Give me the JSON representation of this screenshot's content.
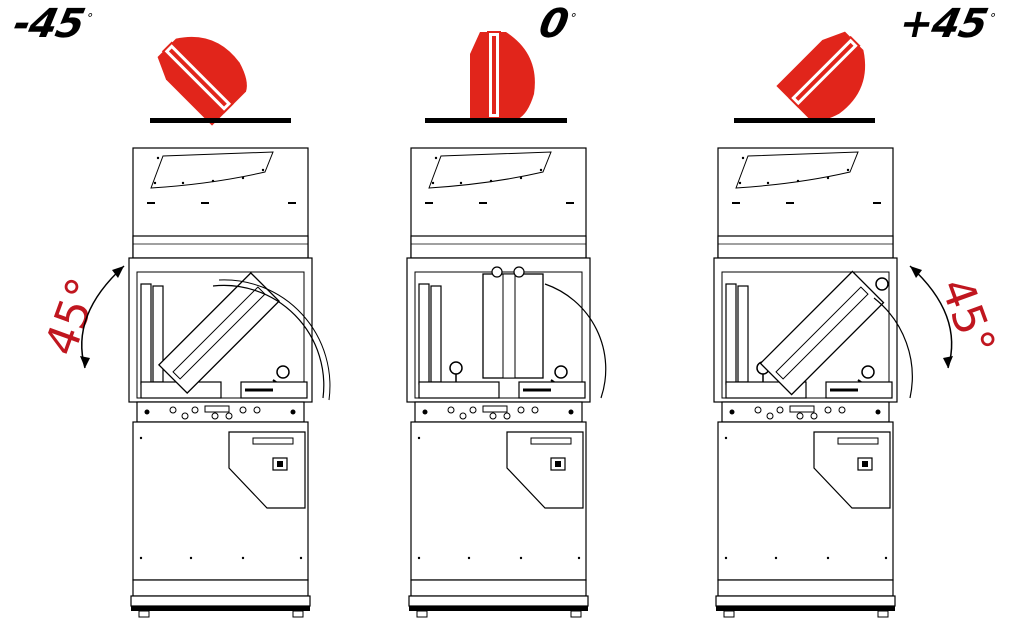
{
  "labels": {
    "minus45": "-45",
    "zero": "0",
    "plus45": "+45",
    "degree_mark": "°",
    "left_rotation": "45°",
    "right_rotation": "45°"
  },
  "colors": {
    "accent_red": "#e1251b",
    "label_red": "#c0161f",
    "line": "#000000"
  },
  "panels": [
    "machine-minus-45",
    "machine-zero",
    "machine-plus-45"
  ]
}
